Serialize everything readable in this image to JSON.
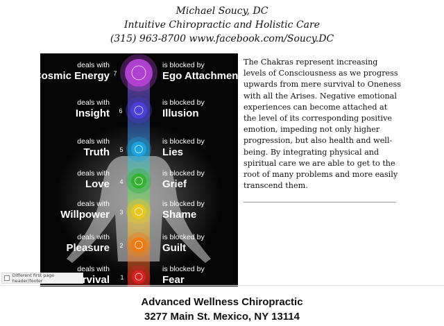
{
  "header": {
    "line1": "Michael Soucy, DC",
    "line2": "Intuitive Chiropractic and Holistic Care",
    "line3": "(315) 963-8700  www.facebook.com/Soucy.DC"
  },
  "image": {
    "chakras": [
      {
        "number": "7",
        "deals_label": "deals with",
        "deals": "Cosmic Energy",
        "blocked_label": "is blocked by",
        "blocked": "Ego Attachment",
        "color": "#b040d0"
      },
      {
        "number": "6",
        "deals_label": "deals with",
        "deals": "Insight",
        "blocked_label": "is blocked by",
        "blocked": "Illusion",
        "color": "#4a3fd8"
      },
      {
        "number": "5",
        "deals_label": "deals with",
        "deals": "Truth",
        "blocked_label": "is blocked by",
        "blocked": "Lies",
        "color": "#1aa3e0"
      },
      {
        "number": "4",
        "deals_label": "deals with",
        "deals": "Love",
        "blocked_label": "is blocked by",
        "blocked": "Grief",
        "color": "#35b030"
      },
      {
        "number": "3",
        "deals_label": "deals with",
        "deals": "Willpower",
        "blocked_label": "is blocked by",
        "blocked": "Shame",
        "color": "#e8c820"
      },
      {
        "number": "2",
        "deals_label": "deals with",
        "deals": "Pleasure",
        "blocked_label": "is blocked by",
        "blocked": "Guilt",
        "color": "#f07a10"
      },
      {
        "number": "1",
        "deals_label": "deals with",
        "deals": "Survival",
        "blocked_label": "is blocked by",
        "blocked": "Fear",
        "color": "#d82020"
      }
    ]
  },
  "body": {
    "paragraph": "The Chakras represent increasing levels of Consciousness as we progress upwards from mere survival to Oneness with all the Arises. Negative emotional experiences can become attached at the level of its corresponding positive emotion, impeding not only higher progression, but also health and well-being. By integrating physical and spiritual care we are able to get to the root of many problems and more easily transcend them.",
    "rule": "________________________________________"
  },
  "editor": {
    "checkbox_label": "Different first page header/footer"
  },
  "footer": {
    "line1": "Advanced Wellness Chiropractic",
    "line2": "3277 Main St. Mexico, NY 13114"
  }
}
